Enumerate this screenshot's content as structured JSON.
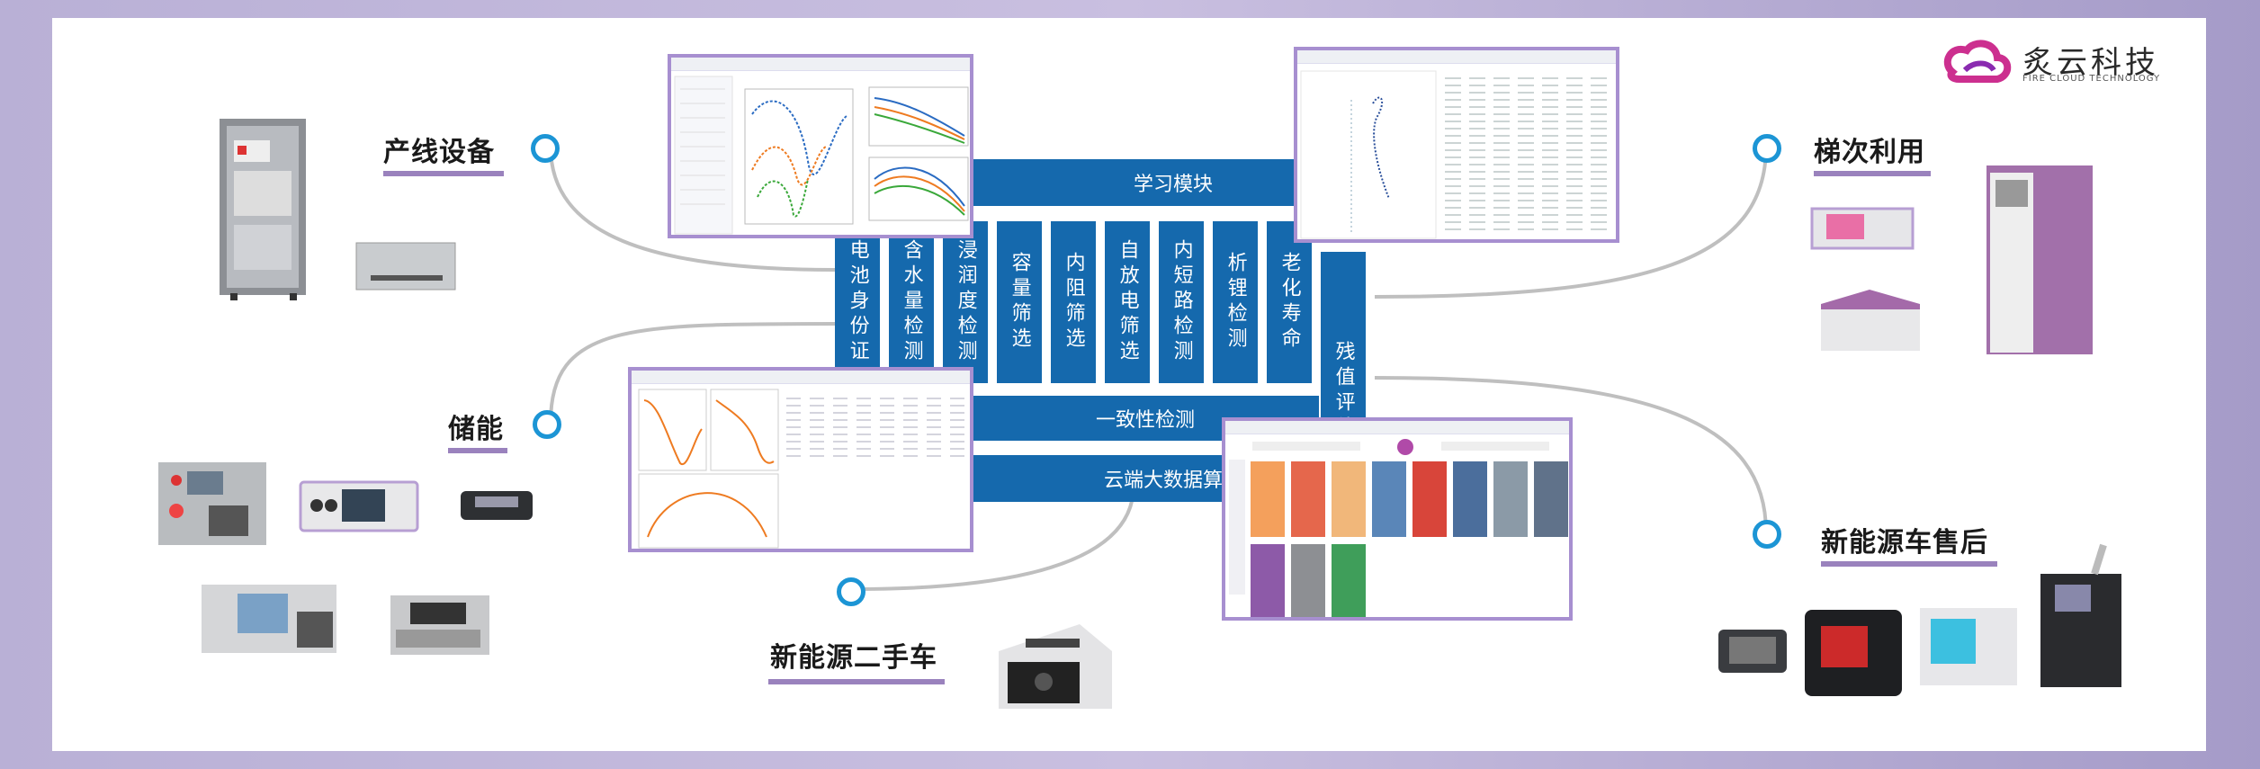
{
  "brand": {
    "name_cn": "炙云科技",
    "name_en": "FIRE CLOUD TECHNOLOGY",
    "logo_color": "#cc2f8f"
  },
  "colors": {
    "module_blue": "#1569ad",
    "node_ring": "#1c95d5",
    "label_underline": "#9a82bd",
    "screenshot_border": "#a78fd0"
  },
  "diagram": {
    "learning_module": "学习模块",
    "consistency": "一致性检测",
    "cloud_algorithm": "云端大数据算法",
    "columns": [
      "电池身份证",
      "含水量检测",
      "浸润度检测",
      "容量筛选",
      "内阻筛选",
      "自放电筛选",
      "内短路检测",
      "析锂检测",
      "老化寿命",
      "残值评估"
    ]
  },
  "applications": [
    {
      "label": "产线设备"
    },
    {
      "label": "储能"
    },
    {
      "label": "新能源二手车"
    },
    {
      "label": "梯次利用"
    },
    {
      "label": "新能源车售后"
    }
  ],
  "icons": [
    "logo-icon",
    "node-icon"
  ]
}
